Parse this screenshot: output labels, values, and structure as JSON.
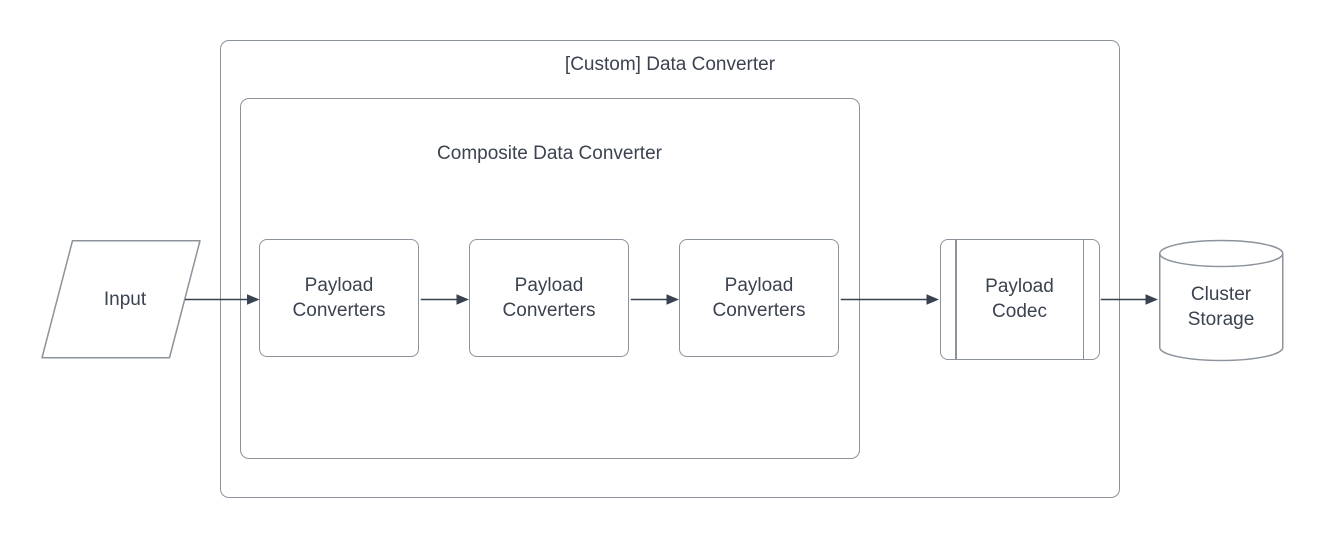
{
  "diagram": {
    "type": "flowchart",
    "containers": {
      "outer": {
        "label": "[Custom] Data Converter"
      },
      "composite": {
        "label": "Composite Data Converter"
      }
    },
    "nodes": {
      "input": {
        "label": "Input",
        "shape": "parallelogram"
      },
      "payload_converters_1": {
        "label": "Payload Converters",
        "shape": "rounded-rectangle"
      },
      "payload_converters_2": {
        "label": "Payload Converters",
        "shape": "rounded-rectangle"
      },
      "payload_converters_3": {
        "label": "Payload Converters",
        "shape": "rounded-rectangle"
      },
      "payload_codec": {
        "label": "Payload Codec",
        "shape": "predefined-process"
      },
      "cluster_storage": {
        "label": "Cluster Storage",
        "shape": "cylinder"
      }
    },
    "edges": [
      {
        "from": "input",
        "to": "payload_converters_1"
      },
      {
        "from": "payload_converters_1",
        "to": "payload_converters_2"
      },
      {
        "from": "payload_converters_2",
        "to": "payload_converters_3"
      },
      {
        "from": "payload_converters_3",
        "to": "payload_codec"
      },
      {
        "from": "payload_codec",
        "to": "cluster_storage"
      }
    ],
    "colors": {
      "background": "#ffffff",
      "shape_border": "#8c939b",
      "shape_fill": "#ffffff",
      "text": "#3b4350",
      "arrow": "#39424f"
    }
  }
}
